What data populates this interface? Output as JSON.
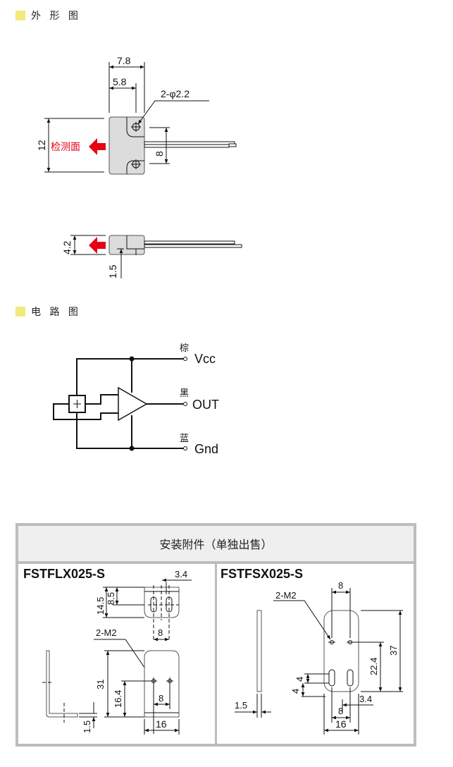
{
  "sections": {
    "outline": {
      "title": "外 形 图"
    },
    "circuit": {
      "title": "电 路 图"
    }
  },
  "outline": {
    "dim_width_total": "7.8",
    "dim_width_hole": "5.8",
    "dim_holes": "2-φ2.2",
    "dim_height": "12",
    "dim_hole_pitch": "8",
    "sensing_face": "检测面",
    "dim_thickness": "4.2",
    "dim_step": "1.5",
    "accent_color": "#e60012"
  },
  "circuit": {
    "terminals": [
      {
        "color_label": "棕",
        "name": "Vcc"
      },
      {
        "color_label": "黑",
        "name": "OUT"
      },
      {
        "color_label": "蓝",
        "name": "Gnd"
      }
    ]
  },
  "accessories": {
    "title": "安装附件（单独出售）",
    "left": {
      "model": "FSTFLX025-S",
      "dims": {
        "d3_4": "3.4",
        "d14_5": "14.5",
        "d8_5": "8.5",
        "d8_top": "8",
        "m2": "2-M2",
        "d31": "31",
        "d16_4": "16.4",
        "d8_bot": "8",
        "d16": "16",
        "d1_5": "1.5"
      }
    },
    "right": {
      "model": "FSTFSX025-S",
      "dims": {
        "d8_top": "8",
        "m2": "2-M2",
        "d37": "37",
        "d22_4": "22.4",
        "d4a": "4",
        "d4b": "4",
        "d1_5": "1.5",
        "d3_4": "3.4",
        "d8_bot": "8",
        "d16": "16"
      }
    }
  }
}
